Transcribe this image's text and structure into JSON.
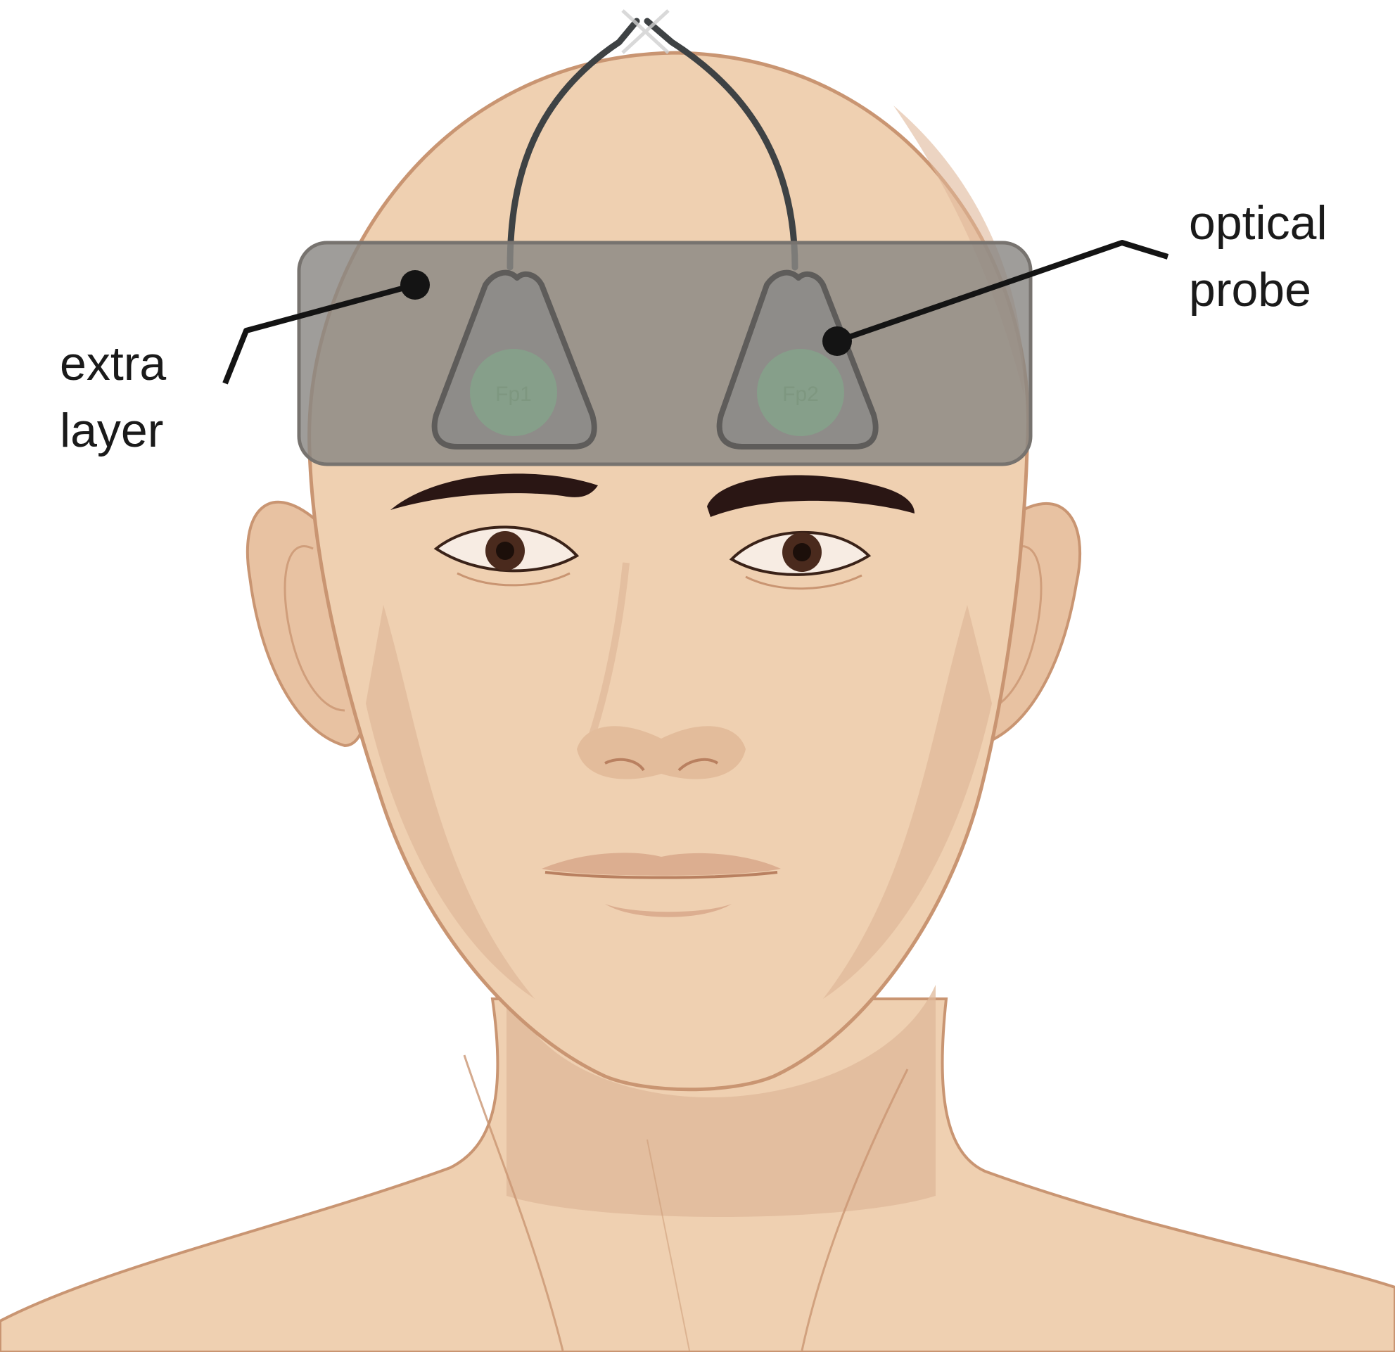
{
  "diagram": {
    "labels": {
      "extra_layer": [
        "extra",
        "layer"
      ],
      "optical_probe": [
        "optical",
        "probe"
      ]
    },
    "probes": [
      {
        "id": "Fp1"
      },
      {
        "id": "Fp2"
      }
    ],
    "colors": {
      "skin": "#efd0b1",
      "skin_shadow": "#dfb899",
      "skin_outline": "#c99572",
      "band": "#8a8784",
      "probe_body": "#8e8c89",
      "probe_outline": "#5e5c5a",
      "sensor": "#7fae8a",
      "cable": "#3e4244",
      "leader": "#141414",
      "eyebrow": "#2a1614",
      "iris": "#4a2a1d"
    }
  }
}
